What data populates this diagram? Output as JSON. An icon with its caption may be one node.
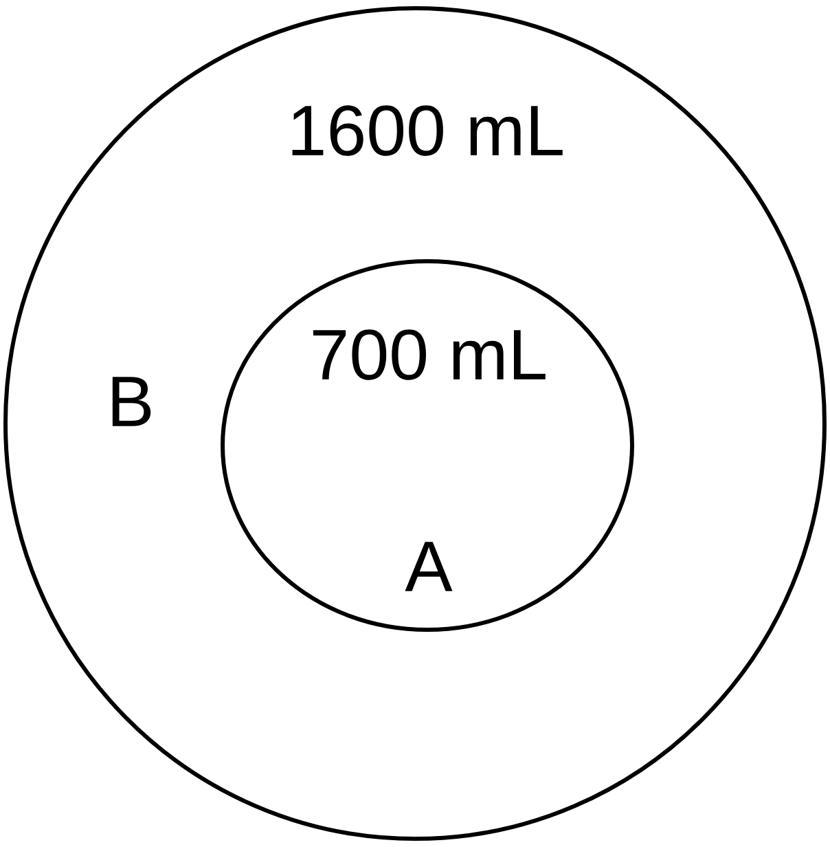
{
  "diagram": {
    "nodes": [
      {
        "text": [
          "1600 mL",
          "B"
        ]
      },
      {
        "text": [
          "700 mL",
          "A"
        ],
        "in": 0
      }
    ]
  }
}
